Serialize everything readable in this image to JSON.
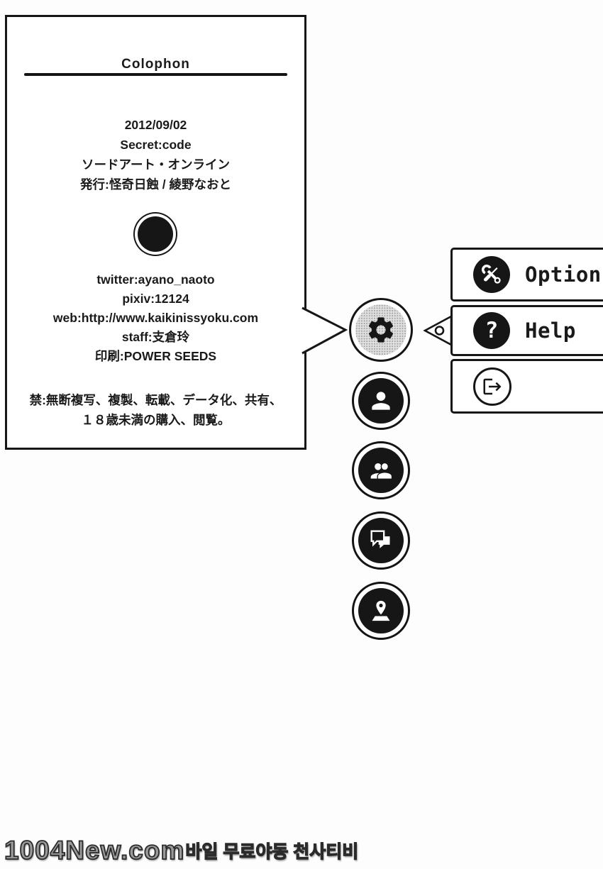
{
  "colophon_panel": {
    "title": "Colophon",
    "release_date": "2012/09/02",
    "book_title": "Secret:code",
    "series": "ソードアート・オンライン",
    "publisher": "発行:怪奇日蝕 / 綾野なおと",
    "contacts": [
      "twitter:ayano_naoto",
      "pixiv:12124",
      "web:http://www.kaikinissyoku.com",
      "staff:支倉玲",
      "印刷:POWER SEEDS"
    ],
    "warning": [
      "禁:無断複写、複製、転載、データ化、共有、",
      "１８歳未満の購入、閲覧。"
    ]
  },
  "menu": {
    "items": [
      {
        "name": "option",
        "label": "Option",
        "icon": "tools-icon"
      },
      {
        "name": "help",
        "label": "Help",
        "icon": "question-icon",
        "glyph": "?"
      },
      {
        "name": "logout",
        "label": "",
        "icon": "logout-icon"
      }
    ]
  },
  "nav": {
    "buttons": [
      {
        "name": "settings",
        "icon": "gear-icon",
        "active": true
      },
      {
        "name": "player",
        "icon": "person-icon",
        "active": false
      },
      {
        "name": "party",
        "icon": "people-icon",
        "active": false
      },
      {
        "name": "messages",
        "icon": "chat-icon",
        "active": false
      },
      {
        "name": "map",
        "icon": "map-pin-icon",
        "active": false
      }
    ]
  },
  "watermark": {
    "site": "1004New.com",
    "tagline": "바일 무료야동 천사티비"
  },
  "colors": {
    "ink": "#161616",
    "paper": "#ffffff",
    "halftone_bg": "#e0e0e0",
    "halftone_dot": "#9f9f9f",
    "watermark_fill": "#9a9a9a"
  }
}
